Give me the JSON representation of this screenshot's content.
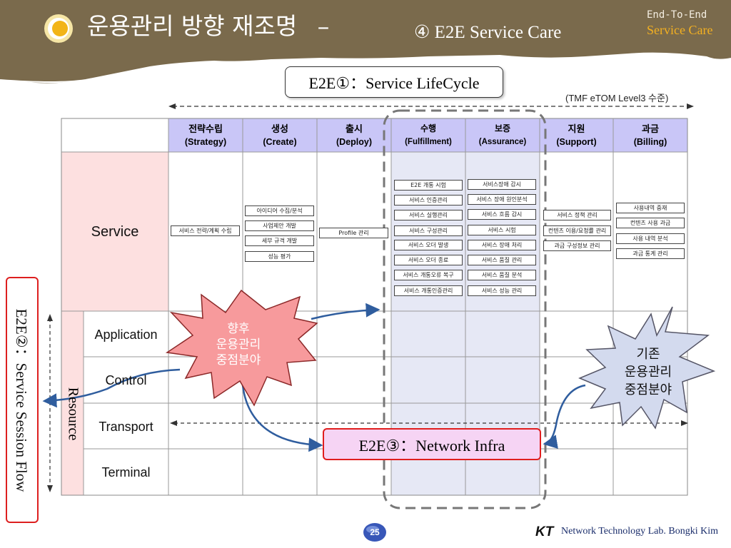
{
  "header": {
    "title": "운용관리 방향 재조명",
    "dash": "–",
    "subtitle": "④ E2E Service Care",
    "corner_line1": "End-To-End",
    "corner_line2": "Service Care"
  },
  "e2e1_label": "E2E①：Service LifeCycle",
  "tmf_note": "(TMF eTOM Level3 수준)",
  "columns": [
    {
      "ko": "전략수립",
      "en": "(Strategy)"
    },
    {
      "ko": "생성",
      "en": "(Create)"
    },
    {
      "ko": "출시",
      "en": "(Deploy)"
    },
    {
      "ko": "수행",
      "en": "(Fulfillment)"
    },
    {
      "ko": "보증",
      "en": "(Assurance)"
    },
    {
      "ko": "지원",
      "en": "(Support)"
    },
    {
      "ko": "과금",
      "en": "(Billing)"
    }
  ],
  "rows": {
    "service": "Service",
    "resource": "Resource",
    "application": "Application",
    "control": "Control",
    "transport": "Transport",
    "terminal": "Terminal"
  },
  "strategy_items": [
    "서비스 전략/계획 수립"
  ],
  "create_items": [
    "아이디어 수집/분석",
    "사업제안 개발",
    "세부 규격 개발",
    "성능 평가"
  ],
  "deploy_items": [
    "Profile 관리"
  ],
  "fulfillment_items": [
    "E2E 개통 시험",
    "서비스 인증관리",
    "서비스 실행관리",
    "서비스 구성관리",
    "서비스 오더 발생",
    "서비스 오더 종료",
    "서비스 개통오류 복구",
    "서비스 개통인증관리"
  ],
  "assurance_items": [
    "서비스장애 감시",
    "서비스 장애 원인분석",
    "서비스 흐름 감시",
    "서비스 시험",
    "서비스 장애 처리",
    "서비스 품질 관리",
    "서비스 품질 분석",
    "서비스 성능 관리"
  ],
  "support_items": [
    "서비스 정책 관리",
    "컨텐츠 이용/요청률 관리",
    "과금 구성정보 관리"
  ],
  "billing_items": [
    "사용내역 중재",
    "컨텐츠 사용 과금",
    "사용 내역 분석",
    "과금 통계 관리"
  ],
  "future_burst": [
    "향후",
    "운용관리",
    "중점분야"
  ],
  "existing_burst": [
    "기존",
    "운용관리",
    "중점분야"
  ],
  "e2e2_label": "E2E②：Service Session Flow",
  "e2e3_label": "E2E③：Network Infra",
  "footer": {
    "page": "25",
    "logo": "KT",
    "credit": "Network Technology Lab. Bongki Kim"
  },
  "colors": {
    "header_brown": "#7a6a4c",
    "header_purple": "#c9c6f7",
    "service_pink": "#fde0e0",
    "fulfill_highlight": "#e6e8f5",
    "future_burst": "#f79a9c",
    "existing_burst": "#d3daee",
    "accent_red": "#e01e1e",
    "e2e3_fill": "#f6d4f4"
  }
}
